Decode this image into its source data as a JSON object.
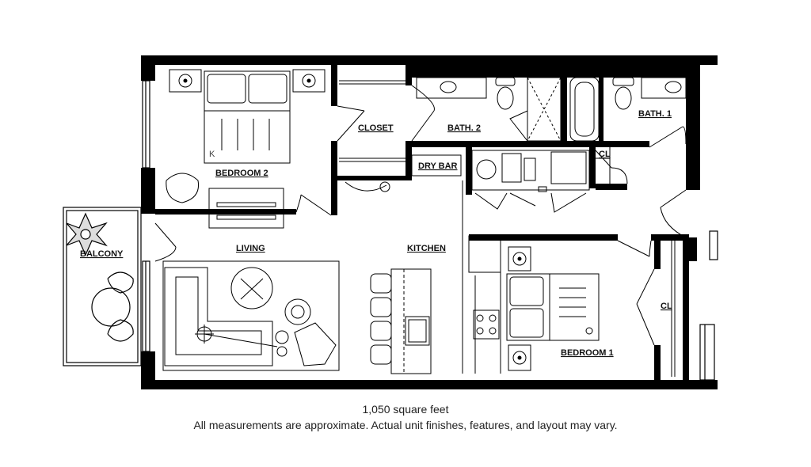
{
  "rooms": {
    "bedroom2": "BEDROOM 2",
    "closet": "CLOSET",
    "bath2": "BATH. 2",
    "bath1": "BATH. 1",
    "cl_upper": "CL",
    "dry_bar": "DRY BAR",
    "living": "LIVING",
    "kitchen": "KITCHEN",
    "balcony": "BALCONY",
    "bedroom1": "BEDROOM 1",
    "cl_lower": "CL",
    "bed_marker": "K"
  },
  "footer": {
    "area": "1,050 square feet",
    "disclaimer": "All measurements are approximate. Actual unit finishes, features, and layout may vary."
  }
}
